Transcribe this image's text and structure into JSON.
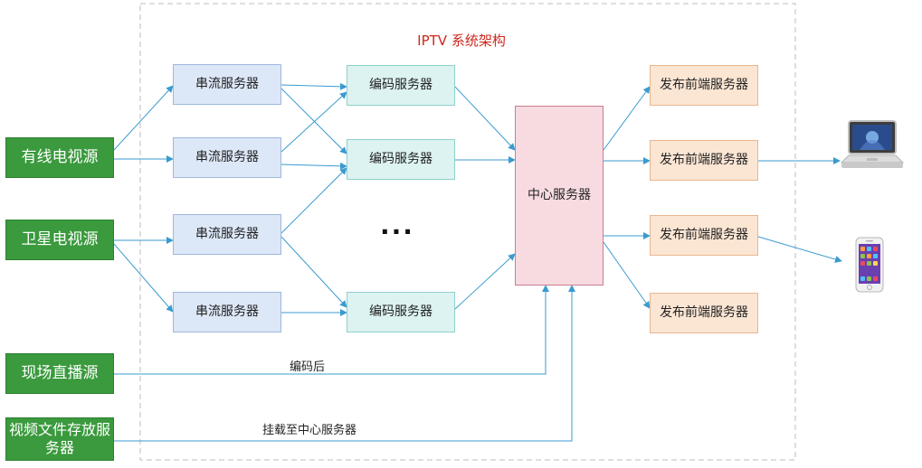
{
  "title": "IPTV 系统架构",
  "sources": [
    {
      "label": "有线电视源"
    },
    {
      "label": "卫星电视源"
    },
    {
      "label": "现场直播源"
    },
    {
      "label": "视频文件存放服务器"
    }
  ],
  "stream_servers": [
    {
      "label": "串流服务器"
    },
    {
      "label": "串流服务器"
    },
    {
      "label": "串流服务器"
    },
    {
      "label": "串流服务器"
    }
  ],
  "encode_servers": [
    {
      "label": "编码服务器"
    },
    {
      "label": "编码服务器"
    },
    {
      "label": "编码服务器"
    }
  ],
  "ellipsis": "···",
  "center_server": {
    "label": "中心服务器"
  },
  "publish_servers": [
    {
      "label": "发布前端服务器"
    },
    {
      "label": "发布前端服务器"
    },
    {
      "label": "发布前端服务器"
    },
    {
      "label": "发布前端服务器"
    }
  ],
  "edge_labels": {
    "live_encoded": "编码后",
    "file_mount": "挂载至中心服务器"
  },
  "devices": [
    {
      "icon": "laptop-icon"
    },
    {
      "icon": "smartphone-icon"
    }
  ],
  "colors": {
    "arrow": "#3a9bd0",
    "title": "#d0261c",
    "source_fill": "#3a9a3d"
  }
}
